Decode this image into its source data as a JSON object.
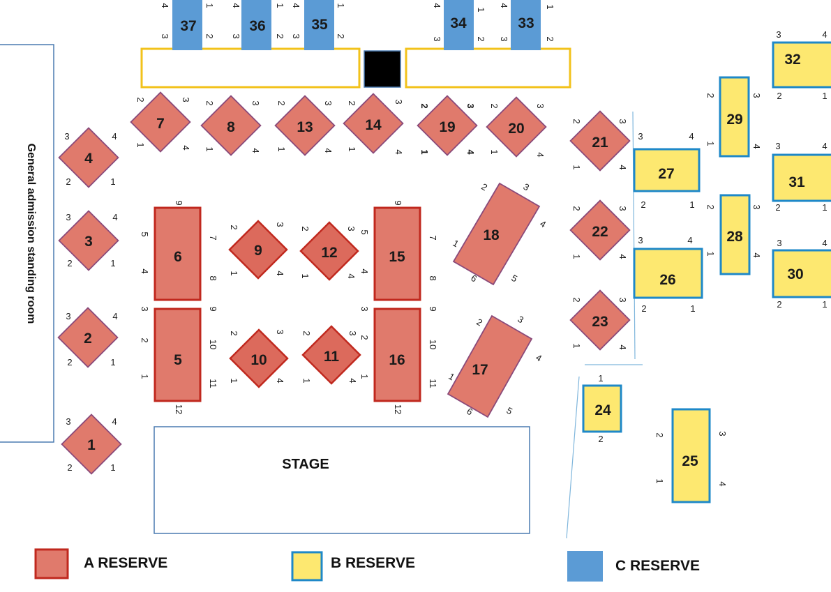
{
  "colors": {
    "a_fill": "#e07a6c",
    "a_stroke_diamond": "#8a4a7a",
    "a_stroke_rect": "#c0281e",
    "b_fill": "#fde870",
    "b_stroke": "#1e88c8",
    "c_fill": "#5b9bd5",
    "yellow_outline": "#f2c21b"
  },
  "general_admission": {
    "label": "General admission standing room"
  },
  "stage": {
    "label": "STAGE"
  },
  "legend": {
    "a_label": "A RESERVE",
    "b_label": "B RESERVE",
    "c_label": "C RESERVE"
  },
  "tables": {
    "t1": {
      "label": "1",
      "seats": [
        "3",
        "4",
        "2",
        "1"
      ]
    },
    "t2": {
      "label": "2",
      "seats": [
        "3",
        "4",
        "2",
        "1"
      ]
    },
    "t3": {
      "label": "3",
      "seats": [
        "3",
        "4",
        "2",
        "1"
      ]
    },
    "t4": {
      "label": "4",
      "seats": [
        "3",
        "4",
        "2",
        "1"
      ]
    },
    "t5": {
      "label": "5",
      "seats": [
        "3",
        "2",
        "1",
        "9",
        "10",
        "11",
        "12"
      ]
    },
    "t6": {
      "label": "6",
      "seats": [
        "9",
        "5",
        "4",
        "7",
        "8"
      ]
    },
    "t7": {
      "label": "7",
      "seats": [
        "2",
        "3",
        "1",
        "4"
      ]
    },
    "t8": {
      "label": "8",
      "seats": [
        "2",
        "3",
        "1",
        "4"
      ]
    },
    "t9": {
      "label": "9",
      "seats": [
        "2",
        "3",
        "1",
        "4"
      ]
    },
    "t10": {
      "label": "10",
      "seats": [
        "2",
        "3",
        "1",
        "4"
      ]
    },
    "t11": {
      "label": "11",
      "seats": [
        "2",
        "3",
        "1",
        "4"
      ]
    },
    "t12": {
      "label": "12",
      "seats": [
        "2",
        "3",
        "1",
        "4"
      ]
    },
    "t13": {
      "label": "13",
      "seats": [
        "2",
        "3",
        "1",
        "4"
      ]
    },
    "t14": {
      "label": "14",
      "seats": [
        "2",
        "3",
        "1",
        "4"
      ]
    },
    "t15": {
      "label": "15",
      "seats": [
        "9",
        "5",
        "4",
        "7",
        "8"
      ]
    },
    "t16": {
      "label": "16",
      "seats": [
        "3",
        "2",
        "1",
        "9",
        "10",
        "11",
        "12"
      ]
    },
    "t17": {
      "label": "17",
      "seats": [
        "2",
        "3",
        "4",
        "5",
        "6",
        "1"
      ]
    },
    "t18": {
      "label": "18",
      "seats": [
        "2",
        "3",
        "4",
        "5",
        "6",
        "1"
      ]
    },
    "t19": {
      "label": "19",
      "seats": [
        "2",
        "3",
        "1",
        "4"
      ]
    },
    "t20": {
      "label": "20",
      "seats": [
        "2",
        "3",
        "1",
        "4"
      ]
    },
    "t21": {
      "label": "21",
      "seats": [
        "2",
        "3",
        "1",
        "4"
      ]
    },
    "t22": {
      "label": "22",
      "seats": [
        "2",
        "3",
        "1",
        "4"
      ]
    },
    "t23": {
      "label": "23",
      "seats": [
        "2",
        "3",
        "1",
        "4"
      ]
    },
    "t24": {
      "label": "24",
      "seats": [
        "1",
        "2"
      ]
    },
    "t25": {
      "label": "25",
      "seats": [
        "2",
        "3",
        "1",
        "4"
      ]
    },
    "t26": {
      "label": "26",
      "seats": [
        "3",
        "4",
        "2",
        "1"
      ]
    },
    "t27": {
      "label": "27",
      "seats": [
        "3",
        "4",
        "2",
        "1"
      ]
    },
    "t28": {
      "label": "28",
      "seats": [
        "2",
        "3",
        "1",
        "4"
      ]
    },
    "t29": {
      "label": "29",
      "seats": [
        "2",
        "3",
        "1",
        "4"
      ]
    },
    "t30": {
      "label": "30",
      "seats": [
        "3",
        "4",
        "2",
        "1"
      ]
    },
    "t31": {
      "label": "31",
      "seats": [
        "3",
        "4",
        "2",
        "1"
      ]
    },
    "t32": {
      "label": "32",
      "seats": [
        "3",
        "4",
        "2",
        "1"
      ]
    },
    "t33": {
      "label": "33",
      "seats": [
        "4",
        "1",
        "3",
        "2"
      ]
    },
    "t34": {
      "label": "34",
      "seats": [
        "4",
        "1",
        "3",
        "2"
      ]
    },
    "t35": {
      "label": "35",
      "seats": [
        "4",
        "1",
        "3",
        "2"
      ]
    },
    "t36": {
      "label": "36",
      "seats": [
        "4",
        "1",
        "3",
        "2"
      ]
    },
    "t37": {
      "label": "37",
      "seats": [
        "4",
        "1",
        "3",
        "2"
      ]
    }
  }
}
